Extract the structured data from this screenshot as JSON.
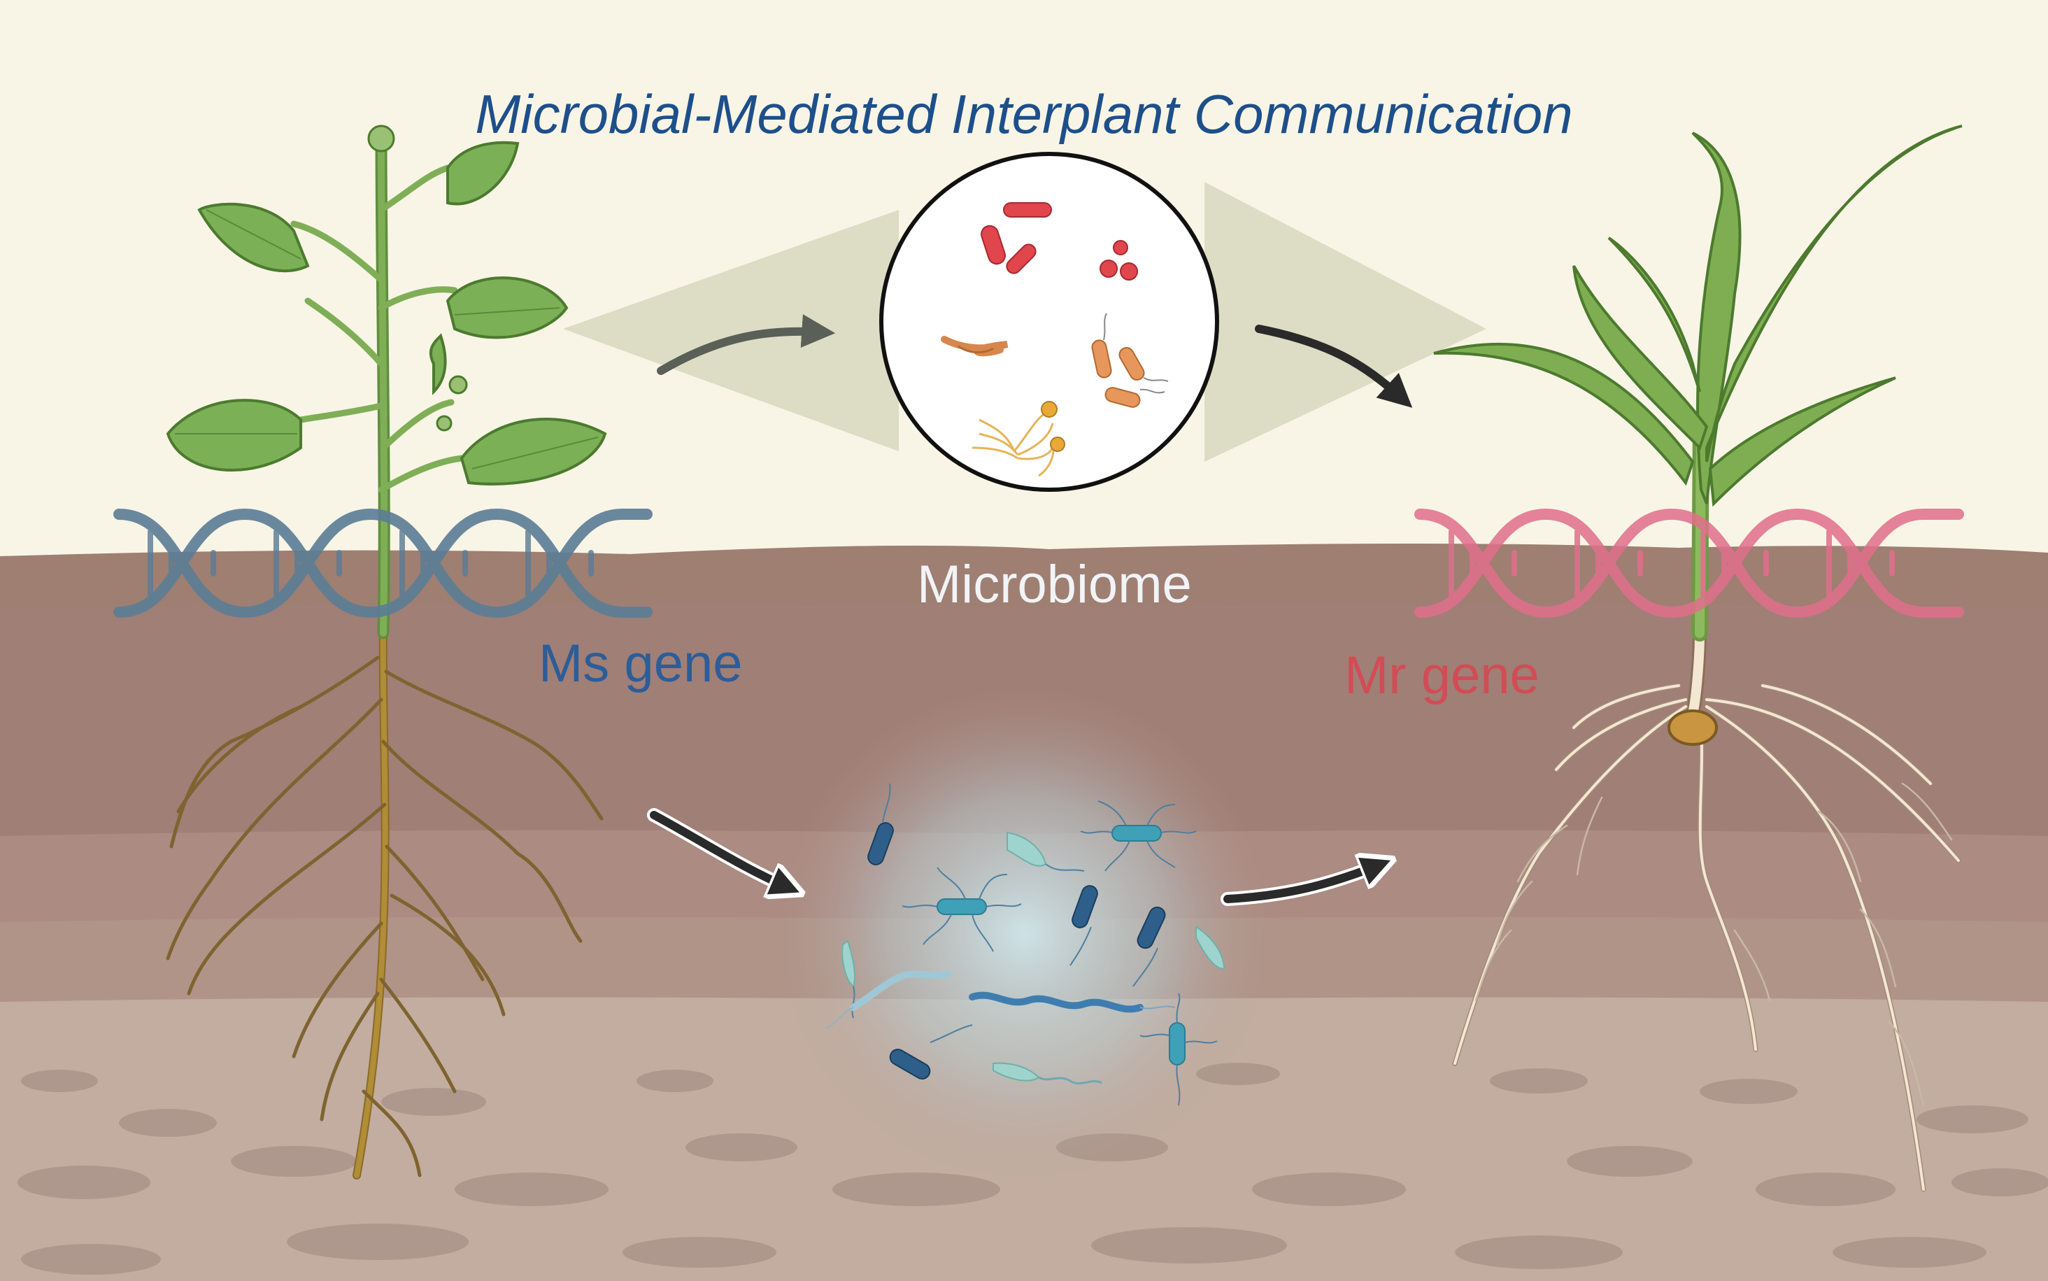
{
  "title": "Microbial-Mediated Interplant Communication",
  "labels": {
    "microbiome": "Microbiome",
    "ms_gene": "Ms gene",
    "mr_gene": "Mr gene"
  },
  "colors": {
    "sky": "#f8f5e6",
    "soil_top": "#9e7f72",
    "soil_mid": "#a07f76",
    "soil_deep": "#ad9488",
    "soil_bottom": "#c2ada0",
    "ms_dna": "#5b7d96",
    "mr_dna": "#e06f8c",
    "leaf": "#74a551",
    "taproot": "#b08d36",
    "pale_root": "#f3e7d4",
    "arrow": "#2a2a2a",
    "title": "#1d4f8a",
    "ms_label": "#2b5d99",
    "mr_label": "#d24c55"
  },
  "icons": [
    "dicot-plant",
    "monocot-plant",
    "dna-helix",
    "magnifier-circle",
    "bacteria",
    "flow-arrow"
  ]
}
